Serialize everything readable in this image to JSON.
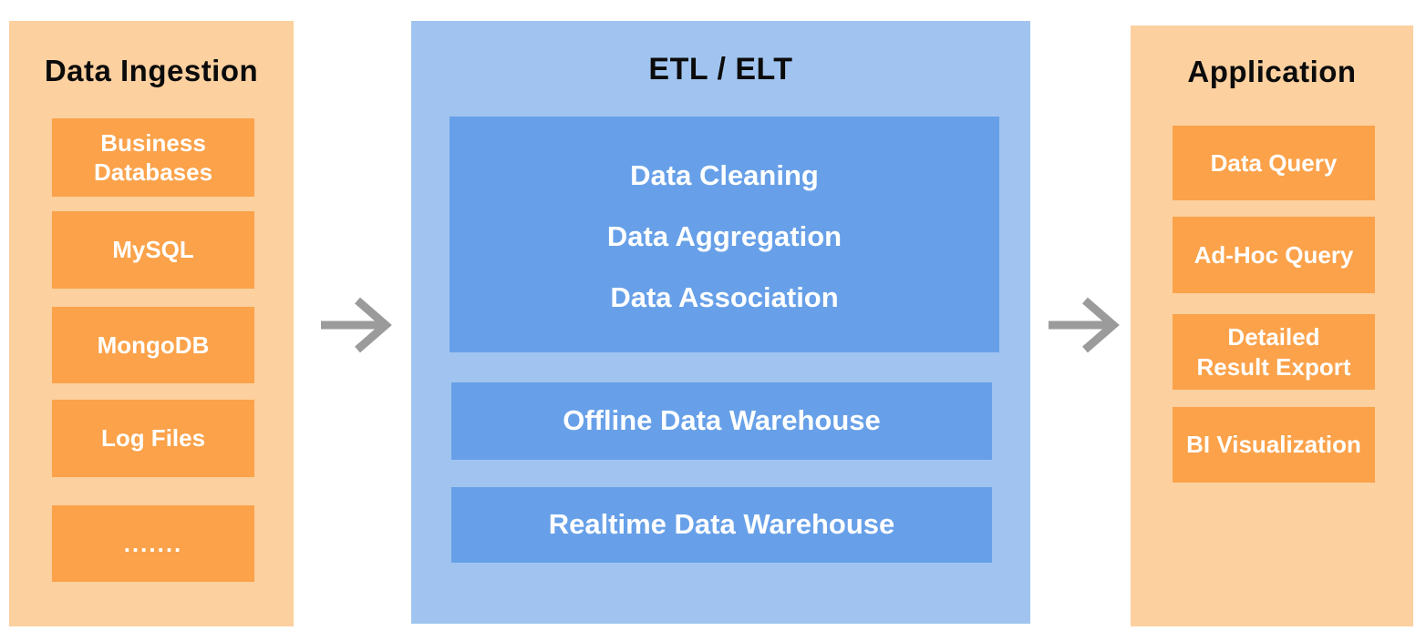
{
  "colors": {
    "panel_orange_bg": "#FCD09F",
    "box_orange": "#FBA24A",
    "panel_blue_bg": "#A0C4EF",
    "box_blue": "#67A0E8",
    "arrow_gray": "#9B9B9B",
    "title_text": "#0B0B0B",
    "box_text": "#FFFFFF"
  },
  "ingestion": {
    "title": "Data Ingestion",
    "items": [
      [
        "Business",
        "Databases"
      ],
      [
        "MySQL"
      ],
      [
        "MongoDB"
      ],
      [
        "Log Files"
      ],
      [
        "......."
      ]
    ]
  },
  "etl": {
    "title": "ETL / ELT",
    "processing": [
      "Data Cleaning",
      "Data Aggregation",
      "Data Association"
    ],
    "warehouses": [
      "Offline Data Warehouse",
      "Realtime Data Warehouse"
    ]
  },
  "application": {
    "title": "Application",
    "items": [
      [
        "Data Query"
      ],
      [
        "Ad-Hoc Query"
      ],
      [
        "Detailed",
        "Result Export"
      ],
      [
        "BI Visualization"
      ]
    ]
  },
  "arrows": {
    "icon": "right-arrow",
    "count": 2
  }
}
